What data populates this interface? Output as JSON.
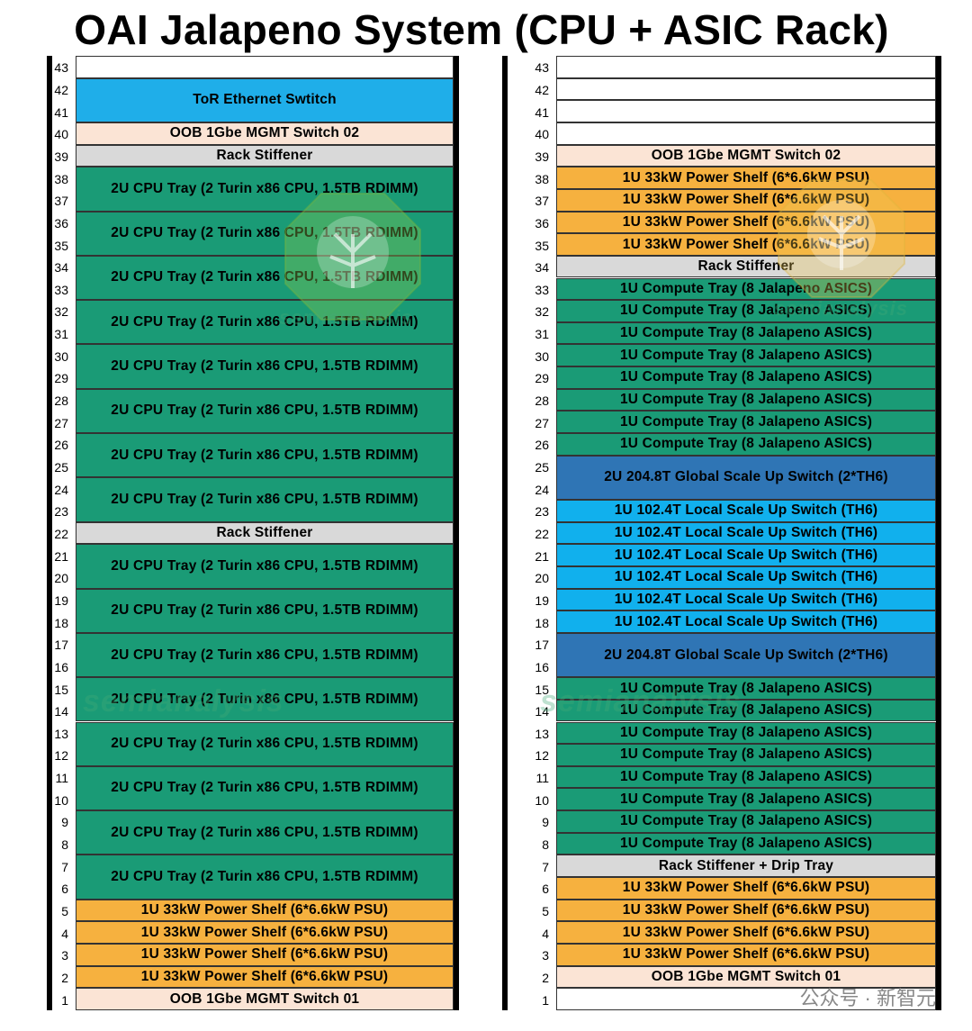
{
  "title": "OAI Jalapeno System (CPU + ASIC Rack)",
  "colors": {
    "empty": "#ffffff",
    "tor": "#1faee9",
    "oob": "#fbe4d5",
    "stiffener": "#d9d9d9",
    "cpu": "#1a9b76",
    "power": "#f6b13f",
    "compute": "#1a9b76",
    "global_switch": "#2f75b5",
    "local_switch": "#11b0ed"
  },
  "left_rack": {
    "unit_labels": [
      "43",
      "42",
      "41",
      "40",
      "39",
      "38",
      "37",
      "36",
      "35",
      "34",
      "33",
      "32",
      "31",
      "30",
      "29",
      "28",
      "27",
      "26",
      "25",
      "24",
      "23",
      "22",
      "21",
      "20",
      "19",
      "18",
      "17",
      "16",
      "15",
      "14",
      "13",
      "12",
      "11",
      "10",
      "9",
      "8",
      "7",
      "6",
      "5",
      "4",
      "3",
      "2",
      "1"
    ],
    "slots": [
      {
        "top_u": 43,
        "units": 1,
        "kind": "empty",
        "label": ""
      },
      {
        "top_u": 42,
        "units": 2,
        "kind": "tor",
        "label": "ToR Ethernet Swtitch"
      },
      {
        "top_u": 40,
        "units": 1,
        "kind": "oob",
        "label": "OOB 1Gbe MGMT Switch 02"
      },
      {
        "top_u": 39,
        "units": 1,
        "kind": "stiffener",
        "label": "Rack Stiffener"
      },
      {
        "top_u": 38,
        "units": 2,
        "kind": "cpu",
        "label": "2U CPU Tray (2 Turin x86 CPU, 1.5TB RDIMM)"
      },
      {
        "top_u": 36,
        "units": 2,
        "kind": "cpu",
        "label": "2U CPU Tray (2 Turin x86 CPU, 1.5TB RDIMM)"
      },
      {
        "top_u": 34,
        "units": 2,
        "kind": "cpu",
        "label": "2U CPU Tray (2 Turin x86 CPU, 1.5TB RDIMM)"
      },
      {
        "top_u": 32,
        "units": 2,
        "kind": "cpu",
        "label": "2U CPU Tray (2 Turin x86 CPU, 1.5TB RDIMM)"
      },
      {
        "top_u": 30,
        "units": 2,
        "kind": "cpu",
        "label": "2U CPU Tray (2 Turin x86 CPU, 1.5TB RDIMM)"
      },
      {
        "top_u": 28,
        "units": 2,
        "kind": "cpu",
        "label": "2U CPU Tray (2 Turin x86 CPU, 1.5TB RDIMM)"
      },
      {
        "top_u": 26,
        "units": 2,
        "kind": "cpu",
        "label": "2U CPU Tray (2 Turin x86 CPU, 1.5TB RDIMM)"
      },
      {
        "top_u": 24,
        "units": 2,
        "kind": "cpu",
        "label": "2U CPU Tray (2 Turin x86 CPU, 1.5TB RDIMM)"
      },
      {
        "top_u": 22,
        "units": 1,
        "kind": "stiffener",
        "label": "Rack Stiffener"
      },
      {
        "top_u": 21,
        "units": 2,
        "kind": "cpu",
        "label": "2U CPU Tray (2 Turin x86 CPU, 1.5TB RDIMM)"
      },
      {
        "top_u": 19,
        "units": 2,
        "kind": "cpu",
        "label": "2U CPU Tray (2 Turin x86 CPU, 1.5TB RDIMM)"
      },
      {
        "top_u": 17,
        "units": 2,
        "kind": "cpu",
        "label": "2U CPU Tray (2 Turin x86 CPU, 1.5TB RDIMM)"
      },
      {
        "top_u": 15,
        "units": 2,
        "kind": "cpu",
        "label": "2U CPU Tray (2 Turin x86 CPU, 1.5TB RDIMM)"
      },
      {
        "top_u": 13,
        "units": 2,
        "kind": "cpu",
        "label": "2U CPU Tray (2 Turin x86 CPU, 1.5TB RDIMM)"
      },
      {
        "top_u": 11,
        "units": 2,
        "kind": "cpu",
        "label": "2U CPU Tray (2 Turin x86 CPU, 1.5TB RDIMM)"
      },
      {
        "top_u": 9,
        "units": 2,
        "kind": "cpu",
        "label": "2U CPU Tray (2 Turin x86 CPU, 1.5TB RDIMM)"
      },
      {
        "top_u": 7,
        "units": 2,
        "kind": "cpu",
        "label": "2U CPU Tray (2 Turin x86 CPU, 1.5TB RDIMM)"
      },
      {
        "top_u": 5,
        "units": 1,
        "kind": "power",
        "label": "1U 33kW Power Shelf (6*6.6kW PSU)"
      },
      {
        "top_u": 4,
        "units": 1,
        "kind": "power",
        "label": "1U 33kW Power Shelf (6*6.6kW PSU)"
      },
      {
        "top_u": 3,
        "units": 1,
        "kind": "power",
        "label": "1U 33kW Power Shelf (6*6.6kW PSU)"
      },
      {
        "top_u": 2,
        "units": 1,
        "kind": "power",
        "label": "1U 33kW Power Shelf (6*6.6kW PSU)"
      },
      {
        "top_u": 1,
        "units": 1,
        "kind": "oob",
        "label": "OOB 1Gbe MGMT Switch 01"
      }
    ]
  },
  "right_rack": {
    "unit_labels": [
      "43",
      "42",
      "41",
      "40",
      "39",
      "38",
      "37",
      "36",
      "35",
      "34",
      "33",
      "32",
      "31",
      "30",
      "29",
      "28",
      "27",
      "26",
      "25",
      "24",
      "23",
      "22",
      "21",
      "20",
      "19",
      "18",
      "17",
      "16",
      "15",
      "14",
      "13",
      "12",
      "11",
      "10",
      "9",
      "8",
      "7",
      "6",
      "5",
      "4",
      "3",
      "2",
      "1"
    ],
    "slots": [
      {
        "top_u": 43,
        "units": 1,
        "kind": "empty",
        "label": ""
      },
      {
        "top_u": 42,
        "units": 1,
        "kind": "empty",
        "label": ""
      },
      {
        "top_u": 41,
        "units": 1,
        "kind": "empty",
        "label": ""
      },
      {
        "top_u": 40,
        "units": 1,
        "kind": "empty",
        "label": ""
      },
      {
        "top_u": 39,
        "units": 1,
        "kind": "oob",
        "label": "OOB 1Gbe MGMT Switch 02"
      },
      {
        "top_u": 38,
        "units": 1,
        "kind": "power",
        "label": "1U 33kW Power Shelf (6*6.6kW PSU)"
      },
      {
        "top_u": 37,
        "units": 1,
        "kind": "power",
        "label": "1U 33kW Power Shelf (6*6.6kW PSU)"
      },
      {
        "top_u": 36,
        "units": 1,
        "kind": "power",
        "label": "1U 33kW Power Shelf (6*6.6kW PSU)"
      },
      {
        "top_u": 35,
        "units": 1,
        "kind": "power",
        "label": "1U 33kW Power Shelf (6*6.6kW PSU)"
      },
      {
        "top_u": 34,
        "units": 1,
        "kind": "stiffener",
        "label": "Rack Stiffener"
      },
      {
        "top_u": 33,
        "units": 1,
        "kind": "compute",
        "label": "1U Compute Tray (8 Jalapeno ASICS)"
      },
      {
        "top_u": 32,
        "units": 1,
        "kind": "compute",
        "label": "1U Compute Tray (8 Jalapeno ASICS)"
      },
      {
        "top_u": 31,
        "units": 1,
        "kind": "compute",
        "label": "1U Compute Tray (8 Jalapeno ASICS)"
      },
      {
        "top_u": 30,
        "units": 1,
        "kind": "compute",
        "label": "1U Compute Tray (8 Jalapeno ASICS)"
      },
      {
        "top_u": 29,
        "units": 1,
        "kind": "compute",
        "label": "1U Compute Tray (8 Jalapeno ASICS)"
      },
      {
        "top_u": 28,
        "units": 1,
        "kind": "compute",
        "label": "1U Compute Tray (8 Jalapeno ASICS)"
      },
      {
        "top_u": 27,
        "units": 1,
        "kind": "compute",
        "label": "1U Compute Tray (8 Jalapeno ASICS)"
      },
      {
        "top_u": 26,
        "units": 1,
        "kind": "compute",
        "label": "1U Compute Tray (8 Jalapeno ASICS)"
      },
      {
        "top_u": 25,
        "units": 2,
        "kind": "global_switch",
        "label": "2U 204.8T Global Scale Up Switch (2*TH6)"
      },
      {
        "top_u": 23,
        "units": 1,
        "kind": "local_switch",
        "label": "1U 102.4T Local Scale Up Switch (TH6)"
      },
      {
        "top_u": 22,
        "units": 1,
        "kind": "local_switch",
        "label": "1U 102.4T Local Scale Up Switch (TH6)"
      },
      {
        "top_u": 21,
        "units": 1,
        "kind": "local_switch",
        "label": "1U 102.4T Local Scale Up Switch (TH6)"
      },
      {
        "top_u": 20,
        "units": 1,
        "kind": "local_switch",
        "label": "1U 102.4T Local Scale Up Switch (TH6)"
      },
      {
        "top_u": 19,
        "units": 1,
        "kind": "local_switch",
        "label": "1U 102.4T Local Scale Up Switch (TH6)"
      },
      {
        "top_u": 18,
        "units": 1,
        "kind": "local_switch",
        "label": "1U 102.4T Local Scale Up Switch (TH6)"
      },
      {
        "top_u": 17,
        "units": 2,
        "kind": "global_switch",
        "label": "2U 204.8T Global Scale Up Switch (2*TH6)"
      },
      {
        "top_u": 15,
        "units": 1,
        "kind": "compute",
        "label": "1U Compute Tray (8 Jalapeno ASICS)"
      },
      {
        "top_u": 14,
        "units": 1,
        "kind": "compute",
        "label": "1U Compute Tray (8 Jalapeno ASICS)"
      },
      {
        "top_u": 13,
        "units": 1,
        "kind": "compute",
        "label": "1U Compute Tray (8 Jalapeno ASICS)"
      },
      {
        "top_u": 12,
        "units": 1,
        "kind": "compute",
        "label": "1U Compute Tray (8 Jalapeno ASICS)"
      },
      {
        "top_u": 11,
        "units": 1,
        "kind": "compute",
        "label": "1U Compute Tray (8 Jalapeno ASICS)"
      },
      {
        "top_u": 10,
        "units": 1,
        "kind": "compute",
        "label": "1U Compute Tray (8 Jalapeno ASICS)"
      },
      {
        "top_u": 9,
        "units": 1,
        "kind": "compute",
        "label": "1U Compute Tray (8 Jalapeno ASICS)"
      },
      {
        "top_u": 8,
        "units": 1,
        "kind": "compute",
        "label": "1U Compute Tray (8 Jalapeno ASICS)"
      },
      {
        "top_u": 7,
        "units": 1,
        "kind": "stiffener",
        "label": "Rack Stiffener + Drip Tray"
      },
      {
        "top_u": 6,
        "units": 1,
        "kind": "power",
        "label": "1U 33kW Power Shelf (6*6.6kW PSU)"
      },
      {
        "top_u": 5,
        "units": 1,
        "kind": "power",
        "label": "1U 33kW Power Shelf (6*6.6kW PSU)"
      },
      {
        "top_u": 4,
        "units": 1,
        "kind": "power",
        "label": "1U 33kW Power Shelf (6*6.6kW PSU)"
      },
      {
        "top_u": 3,
        "units": 1,
        "kind": "power",
        "label": "1U 33kW Power Shelf (6*6.6kW PSU)"
      },
      {
        "top_u": 2,
        "units": 1,
        "kind": "oob",
        "label": "OOB 1Gbe MGMT Switch 01"
      },
      {
        "top_u": 1,
        "units": 1,
        "kind": "empty",
        "label": ""
      }
    ]
  },
  "watermark": {
    "brand": "semianalysis",
    "footer": "公众号 · 新智元"
  }
}
